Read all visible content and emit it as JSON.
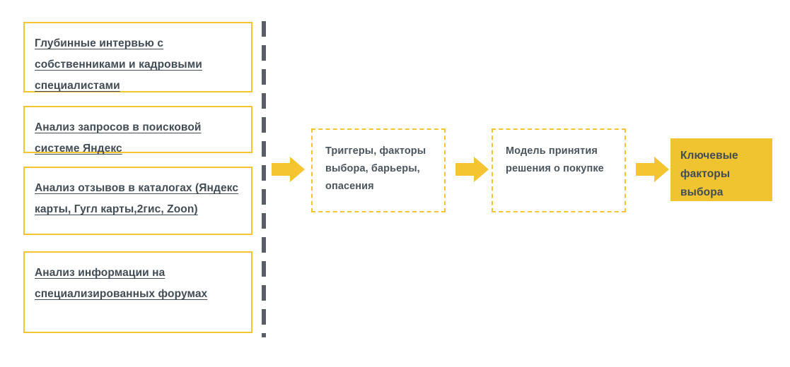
{
  "theme": {
    "accent": "#F5C431",
    "result_fill": "#F0C330",
    "text": "#414c55",
    "process_text": "#4b555d",
    "divider": "#595f66",
    "background": "#ffffff"
  },
  "sources": {
    "items": [
      {
        "text": "Глубинные интервью с собственниками и кадровыми специалистами"
      },
      {
        "text": "Анализ запросов в поисковой системе Яндекс"
      },
      {
        "text": "Анализ отзывов в каталогах (Яндекс карты, Гугл карты,2гис, Zoon)"
      },
      {
        "text": "Анализ информации на специализированных форумах"
      }
    ]
  },
  "divider": {
    "icon": "vertical-dashed-line-icon"
  },
  "arrows": [
    {
      "icon": "arrow-right-icon"
    },
    {
      "icon": "arrow-right-icon"
    },
    {
      "icon": "arrow-right-icon"
    }
  ],
  "process": {
    "steps": [
      {
        "text": "Триггеры, факторы выбора, барьеры, опасения"
      },
      {
        "text": "Модель принятия решения о покупке"
      }
    ]
  },
  "result": {
    "text": "Ключевые факторы выбора"
  }
}
